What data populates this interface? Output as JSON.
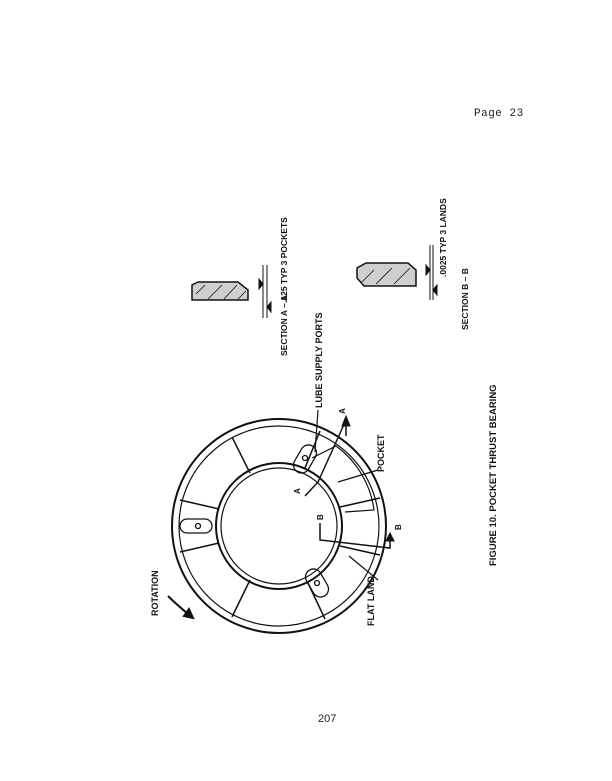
{
  "page_label": "Page 23",
  "page_number": "207",
  "figure": {
    "caption": "FIGURE 10. POCKET THRUST BEARING",
    "rotation_label": "ROTATION",
    "labels": {
      "lube_supply_ports": "LUBE SUPPLY PORTS",
      "pocket": "POCKET",
      "flat_land": "FLAT LAND",
      "cut_a": "A",
      "cut_b": "B"
    },
    "section_a": {
      "title": "SECTION A – A",
      "dimension": ".125 TYP 3 POCKETS"
    },
    "section_b": {
      "title": "SECTION B – B",
      "dimension": ".0025  TYP 3 LANDS"
    }
  }
}
